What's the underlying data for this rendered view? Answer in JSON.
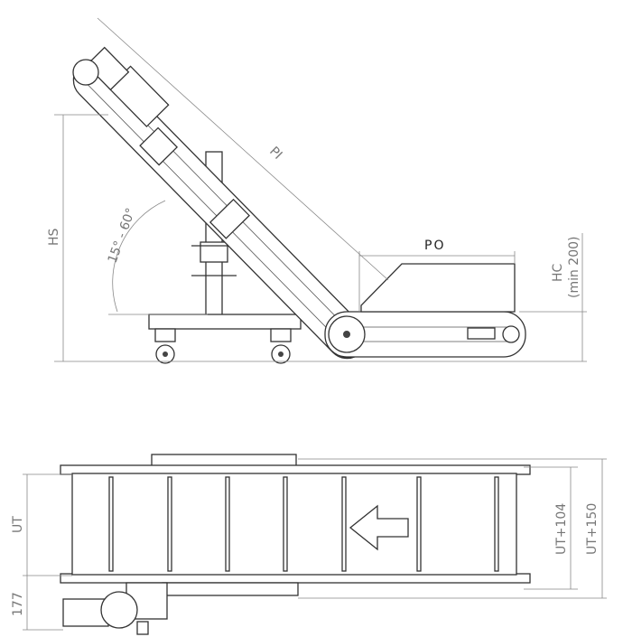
{
  "side_view": {
    "dim_pi": "PI",
    "dim_po": "PO",
    "dim_hs": "HS",
    "dim_hc": "HC",
    "dim_hc_note": "(min 200)",
    "angle_range": "15° - 60°"
  },
  "top_view": {
    "dim_ut": "UT",
    "dim_177": "177",
    "dim_ut104": "UT+104",
    "dim_ut150": "UT+150"
  }
}
